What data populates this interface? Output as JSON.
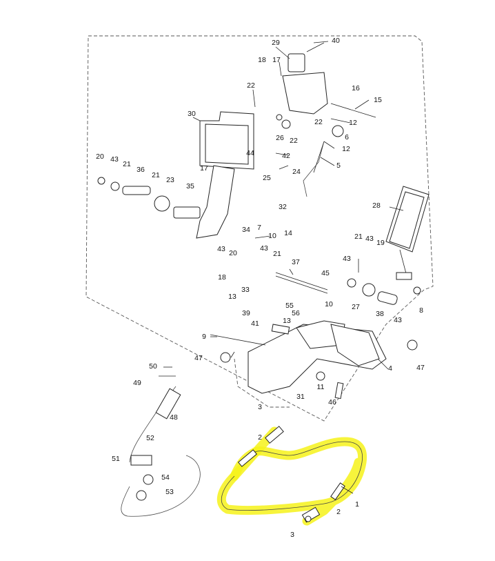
{
  "highlight_color": "#f6f21a",
  "callouts": [
    {
      "id": "c40",
      "text": "40"
    },
    {
      "id": "c29",
      "text": "29"
    },
    {
      "id": "c18a",
      "text": "18"
    },
    {
      "id": "c17a",
      "text": "17"
    },
    {
      "id": "c22a",
      "text": "22"
    },
    {
      "id": "c16",
      "text": "16"
    },
    {
      "id": "c15",
      "text": "15"
    },
    {
      "id": "c30",
      "text": "30"
    },
    {
      "id": "c22b",
      "text": "22"
    },
    {
      "id": "c12a",
      "text": "12"
    },
    {
      "id": "c6",
      "text": "6"
    },
    {
      "id": "c12b",
      "text": "12"
    },
    {
      "id": "c26",
      "text": "26"
    },
    {
      "id": "c22c",
      "text": "22"
    },
    {
      "id": "c44",
      "text": "44"
    },
    {
      "id": "c42",
      "text": "42"
    },
    {
      "id": "c24",
      "text": "24"
    },
    {
      "id": "c5",
      "text": "5"
    },
    {
      "id": "c20a",
      "text": "20"
    },
    {
      "id": "c43a",
      "text": "43"
    },
    {
      "id": "c21a",
      "text": "21"
    },
    {
      "id": "c36",
      "text": "36"
    },
    {
      "id": "c21b",
      "text": "21"
    },
    {
      "id": "c23",
      "text": "23"
    },
    {
      "id": "c17b",
      "text": "17"
    },
    {
      "id": "c35",
      "text": "35"
    },
    {
      "id": "c25",
      "text": "25"
    },
    {
      "id": "c32",
      "text": "32"
    },
    {
      "id": "c7",
      "text": "7"
    },
    {
      "id": "c14",
      "text": "14"
    },
    {
      "id": "c34",
      "text": "34"
    },
    {
      "id": "c28",
      "text": "28"
    },
    {
      "id": "c10a",
      "text": "10"
    },
    {
      "id": "c43b",
      "text": "43"
    },
    {
      "id": "c43c",
      "text": "43"
    },
    {
      "id": "c20b",
      "text": "20"
    },
    {
      "id": "c21c",
      "text": "21"
    },
    {
      "id": "c21d",
      "text": "21"
    },
    {
      "id": "c43d",
      "text": "43"
    },
    {
      "id": "c19",
      "text": "19"
    },
    {
      "id": "c18b",
      "text": "18"
    },
    {
      "id": "c37",
      "text": "37"
    },
    {
      "id": "c43e",
      "text": "43"
    },
    {
      "id": "c33",
      "text": "33"
    },
    {
      "id": "c13a",
      "text": "13"
    },
    {
      "id": "c45",
      "text": "45"
    },
    {
      "id": "c55",
      "text": "55"
    },
    {
      "id": "c10b",
      "text": "10"
    },
    {
      "id": "c27",
      "text": "27"
    },
    {
      "id": "c38",
      "text": "38"
    },
    {
      "id": "c43f",
      "text": "43"
    },
    {
      "id": "c8",
      "text": "8"
    },
    {
      "id": "c39",
      "text": "39"
    },
    {
      "id": "c56",
      "text": "56"
    },
    {
      "id": "c41",
      "text": "41"
    },
    {
      "id": "c13b",
      "text": "13"
    },
    {
      "id": "c9",
      "text": "9"
    },
    {
      "id": "c47a",
      "text": "47"
    },
    {
      "id": "c47b",
      "text": "47"
    },
    {
      "id": "c4",
      "text": "4"
    },
    {
      "id": "c50",
      "text": "50"
    },
    {
      "id": "c49",
      "text": "49"
    },
    {
      "id": "c11",
      "text": "11"
    },
    {
      "id": "c31",
      "text": "31"
    },
    {
      "id": "c46",
      "text": "46"
    },
    {
      "id": "c48",
      "text": "48"
    },
    {
      "id": "c3a",
      "text": "3"
    },
    {
      "id": "c2a",
      "text": "2"
    },
    {
      "id": "c52",
      "text": "52"
    },
    {
      "id": "c51",
      "text": "51"
    },
    {
      "id": "c54",
      "text": "54"
    },
    {
      "id": "c53",
      "text": "53"
    },
    {
      "id": "c1",
      "text": "1"
    },
    {
      "id": "c2b",
      "text": "2"
    },
    {
      "id": "c3b",
      "text": "3"
    }
  ]
}
